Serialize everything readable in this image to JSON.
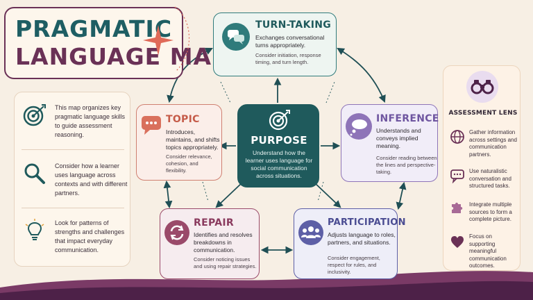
{
  "title": {
    "line1": "PRAGMATIC",
    "line2": "LANGUAGE MAP"
  },
  "left_panel": {
    "items": [
      {
        "icon": "target-icon",
        "text": "This map organizes key pragmatic language skills to guide assessment reasoning."
      },
      {
        "icon": "magnifier-icon",
        "text": "Consider how a learner uses language across contexts and with different partners."
      },
      {
        "icon": "lightbulb-icon",
        "text": "Look for patterns of strengths and challenges that impact everyday communication."
      }
    ]
  },
  "cards": {
    "turn_taking": {
      "icon": "chat-bubbles-icon",
      "title": "TURN-TAKING",
      "desc": "Exchanges conversational turns appropriately.",
      "note": "Consider initiation, response timing, and turn length."
    },
    "topic": {
      "icon": "speech-bubble-icon",
      "title": "TOPIC",
      "desc": "Introduces, maintains, and shifts topics appropriately.",
      "note": "Consider relevance, cohesion, and flexibility."
    },
    "purpose": {
      "icon": "target-icon",
      "title": "PURPOSE",
      "desc": "Understand how the learner uses language for social communication across situations."
    },
    "inference": {
      "icon": "thought-bubble-icon",
      "title": "INFERENCE",
      "desc": "Understands and conveys implied meaning.",
      "note": "Consider reading between the lines and perspective-taking."
    },
    "repair": {
      "icon": "refresh-arrows-icon",
      "title": "REPAIR",
      "desc": "Identifies and resolves breakdowns in communication.",
      "note": "Consider noticing issues and using repair strategies."
    },
    "participation": {
      "icon": "group-people-icon",
      "title": "PARTICIPATION",
      "desc": "Adjusts language to roles, partners, and situations.",
      "note": "Consider engagement, respect for rules, and inclusivity."
    }
  },
  "assessment_lens": {
    "icon": "binoculars-icon",
    "title": "ASSESSMENT LENS",
    "items": [
      {
        "icon": "globe-icon",
        "text": "Gather information across settings and communication partners."
      },
      {
        "icon": "chat-icon",
        "text": "Use naturalistic conversation and structured tasks."
      },
      {
        "icon": "puzzle-icon",
        "text": "Integrate multiple sources to form a complete picture."
      },
      {
        "icon": "heart-icon",
        "text": "Focus on supporting meaningful communication outcomes."
      }
    ]
  },
  "colors": {
    "teal": "#1f5a5c",
    "plum": "#6a3156",
    "coral": "#cf6b5a",
    "lavender": "#8e74b8",
    "indigo": "#5d5fa6",
    "background": "#f7efe4"
  }
}
